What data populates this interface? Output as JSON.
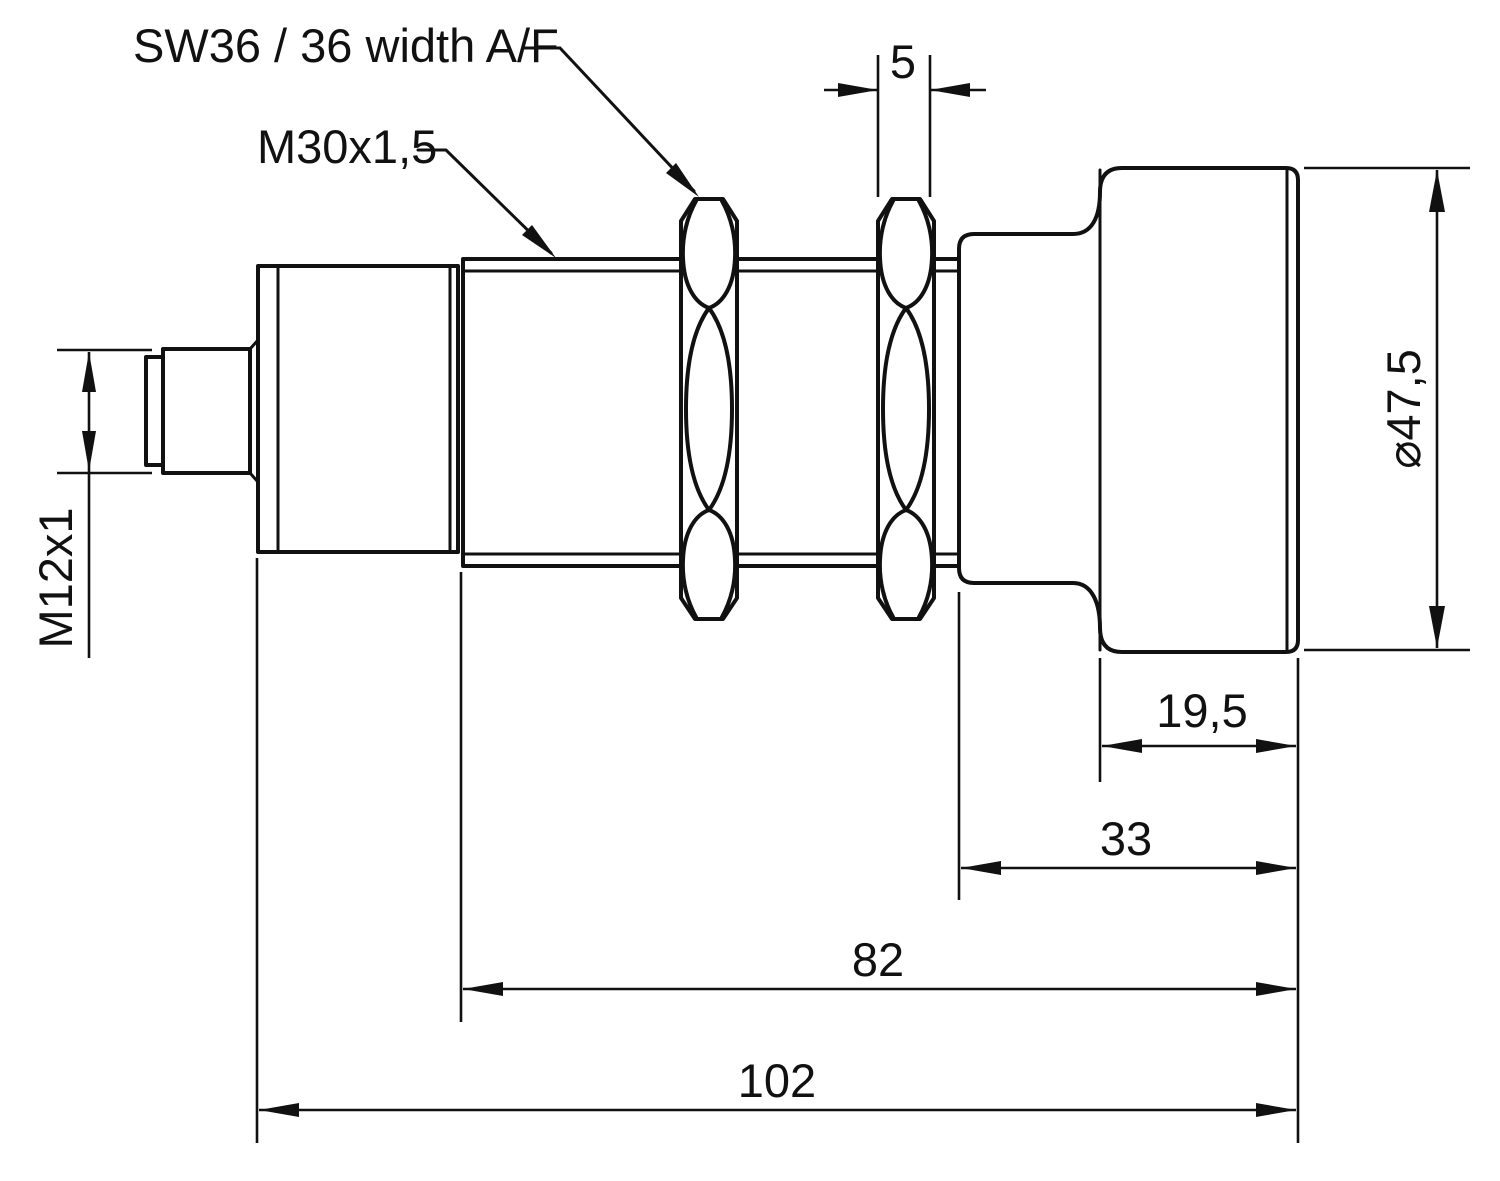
{
  "drawing": {
    "labels": {
      "wrench_flats": "SW36 / 36 width A/F",
      "housing_thread": "M30x1,5",
      "connector_thread": "M12x1"
    },
    "dimensions": {
      "nut_thickness": "5",
      "head_diameter": "⌀47,5",
      "head_length": "19,5",
      "head_section_length": "33",
      "thread_section_length": "82",
      "total_length": "102"
    },
    "colors": {
      "line": "#111111",
      "background": "#ffffff"
    }
  }
}
